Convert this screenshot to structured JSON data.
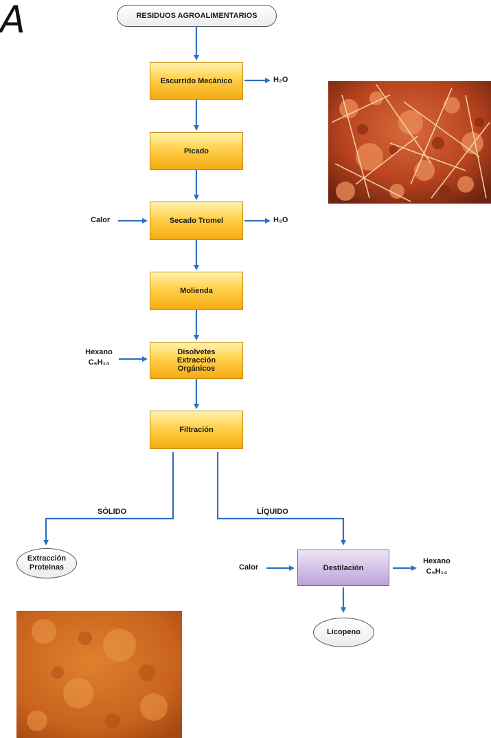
{
  "panel_letter": "A",
  "start": "RESIDUOS AGROALIMENTARIOS",
  "steps": {
    "escurrido": "Escurrido Mecánico",
    "picado": "Picado",
    "secado": "Secado Tromel",
    "molienda": "Molienda",
    "disolventes": [
      "Disolvetes",
      "Extracción",
      "Orgánicos"
    ],
    "filtracion": "Filtración",
    "destilacion": "Destilación"
  },
  "side_labels": {
    "h2o_1": "H₂O",
    "h2o_2": "H₂O",
    "calor_1": "Calor",
    "calor_2": "Calor",
    "hexano_in": [
      "Hexano",
      "C₆H₁₄"
    ],
    "hexano_out": [
      "Hexano",
      "C₆H₁₄"
    ]
  },
  "branches": {
    "solido": "SÓLIDO",
    "liquido": "LÍQUIDO"
  },
  "outputs": {
    "proteinas": [
      "Extracción",
      "Proteinas"
    ],
    "licopeno": "Licopeno"
  },
  "colors": {
    "arrow": "#2c6fc2",
    "process_box": "#ffd04a",
    "distillation_box": "#d3c0e6"
  }
}
